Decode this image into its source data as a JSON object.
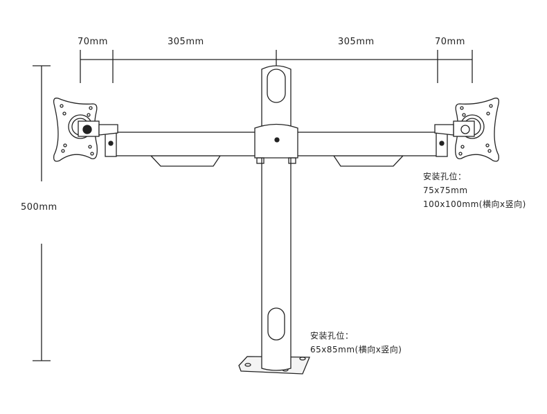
{
  "dimensions": {
    "left_offset": "70mm",
    "left_arm": "305mm",
    "right_arm": "305mm",
    "right_offset": "70mm",
    "height": "500mm"
  },
  "vesa_note": {
    "title": "安装孔位：",
    "line1": "75x75mm",
    "line2": "100x100mm(横向x竖向)"
  },
  "base_note": {
    "title": "安装孔位：",
    "line1": "65x85mm(横向x竖向)"
  }
}
